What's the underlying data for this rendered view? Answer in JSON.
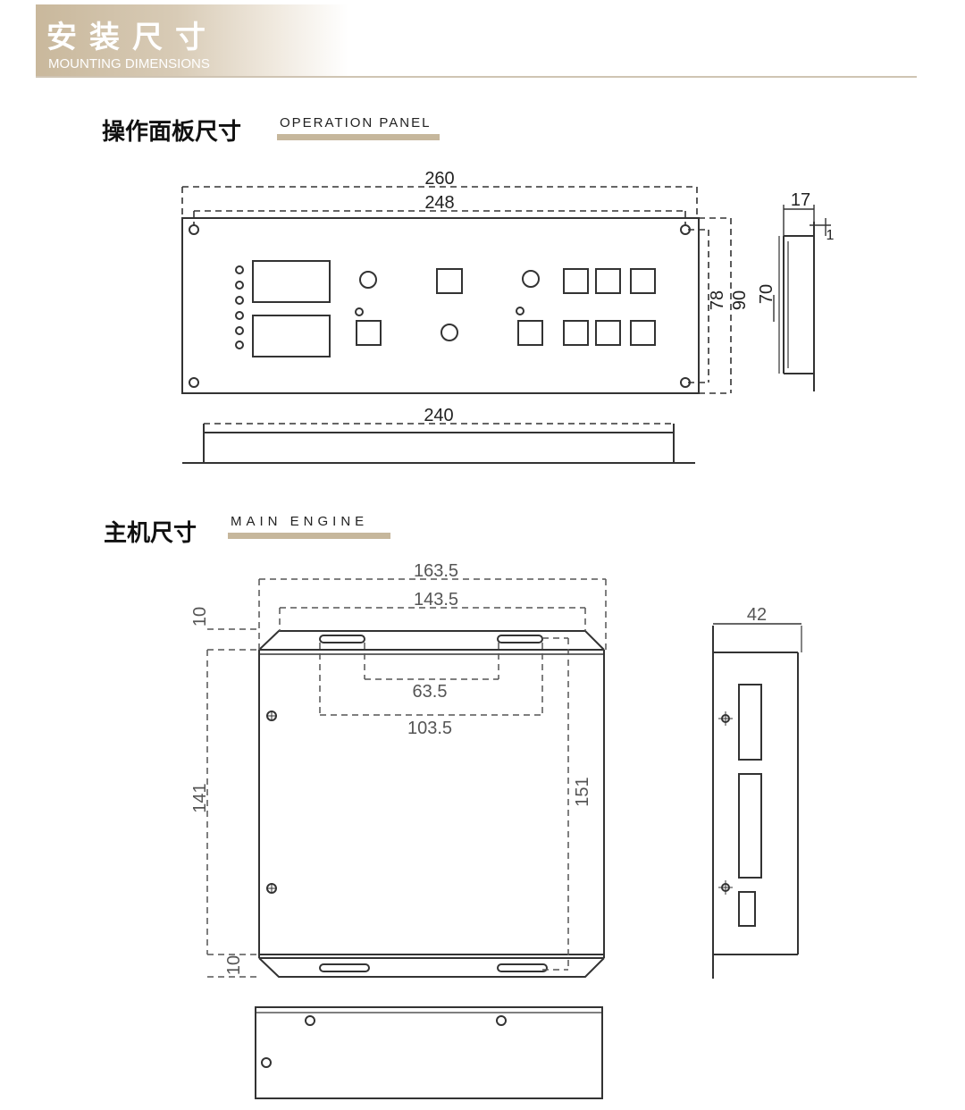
{
  "header": {
    "title": "安装尺寸",
    "subtitle": "MOUNTING DIMENSIONS"
  },
  "sections": {
    "operation_panel": {
      "title": "操作面板尺寸",
      "subtitle": "OPERATION PANEL",
      "dims": {
        "w_total": "260",
        "w_holes": "248",
        "w_base": "240",
        "h_total": "90",
        "h_holes": "78",
        "side_depth": "17",
        "side_height": "70",
        "side_lip": "1"
      }
    },
    "main_engine": {
      "title": "主机尺寸",
      "subtitle": "MAIN ENGINE",
      "dims": {
        "w_total": "163.5",
        "w_holes": "143.5",
        "slot_inner": "63.5",
        "slot_outer": "103.5",
        "h_inner": "141",
        "h_outer": "151",
        "flange_top": "10",
        "flange_bottom": "10",
        "depth": "42"
      }
    }
  },
  "colors": {
    "accent": "#c6b79c",
    "line": "#333333"
  }
}
